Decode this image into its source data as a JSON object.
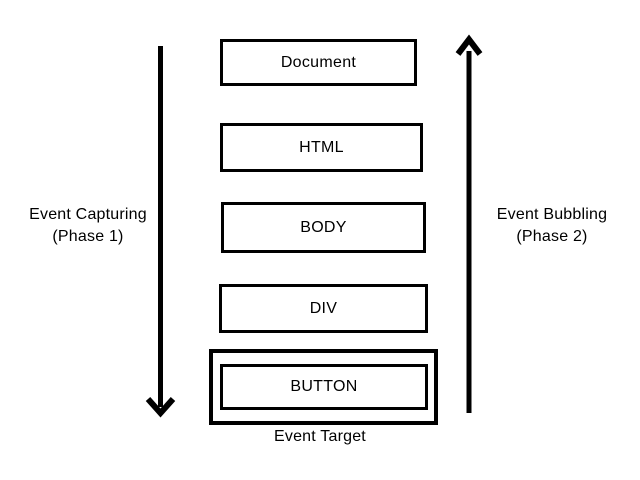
{
  "diagram": {
    "boxes": [
      {
        "id": "document",
        "label": "Document"
      },
      {
        "id": "html",
        "label": "HTML"
      },
      {
        "id": "body",
        "label": "BODY"
      },
      {
        "id": "div",
        "label": "DIV"
      },
      {
        "id": "button",
        "label": "BUTTON"
      }
    ],
    "target_caption": "Event Target",
    "left_annotation": {
      "line1": "Event Capturing",
      "line2": "(Phase 1)",
      "arrow_direction": "down"
    },
    "right_annotation": {
      "line1": "Event Bubbling",
      "line2": "(Phase 2)",
      "arrow_direction": "up"
    },
    "colors": {
      "foreground": "#000000",
      "background": "#ffffff"
    }
  }
}
